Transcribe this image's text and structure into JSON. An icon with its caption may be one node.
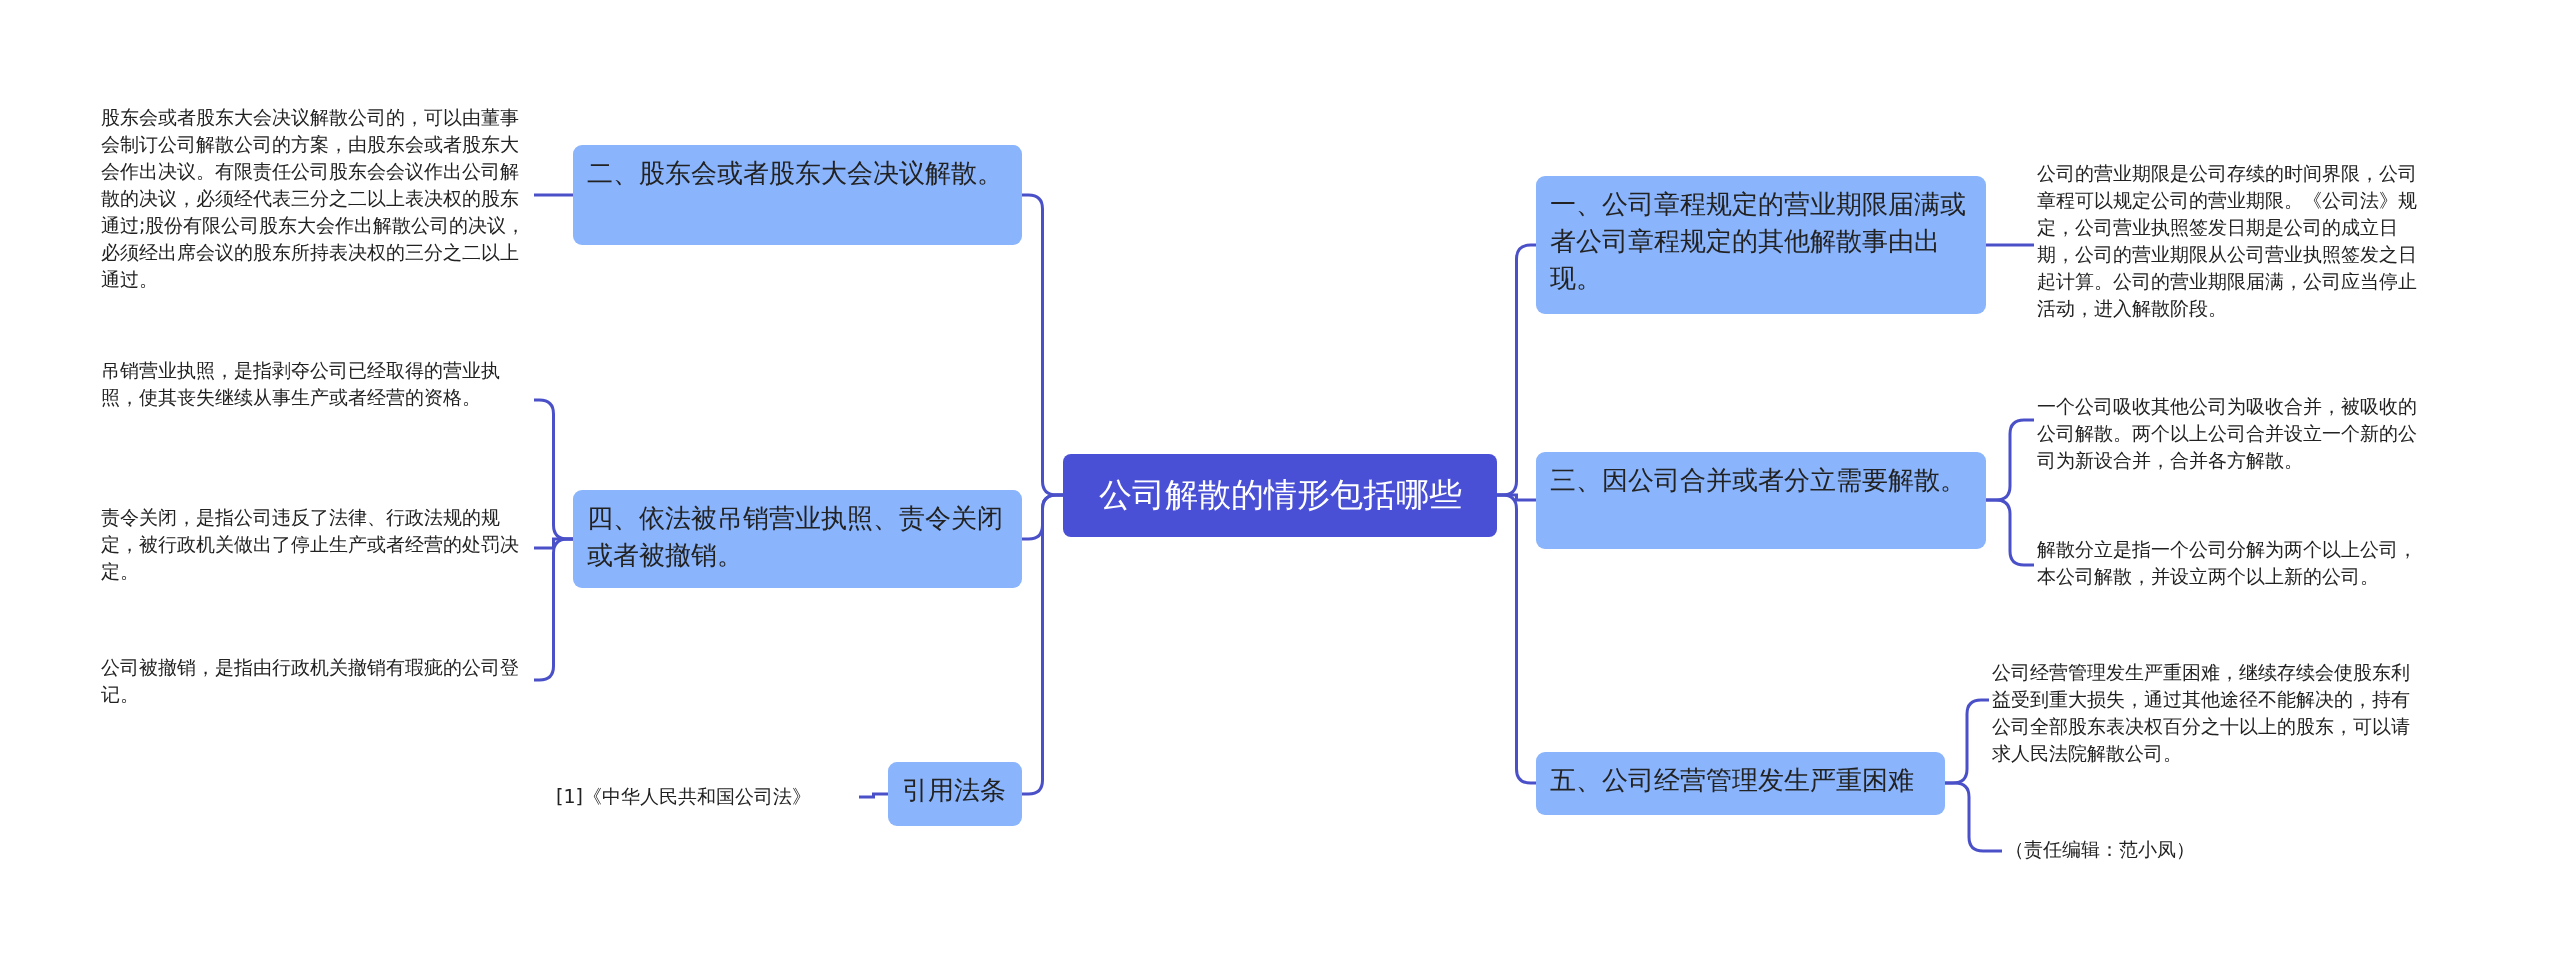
{
  "diagram": {
    "nodes": [
      {
        "text": [
          "公司解散的情形包括哪些"
        ]
      },
      {
        "text": [
          "一、公司章程规定的营业期限届满或者公司章程规定的其他解散事由出现。"
        ]
      },
      {
        "text": [
          "公司的营业期限是公司存续的时间界限，公司章程可以规定公司的营业期限。《公司法》规定，公司营业执照签发日期是公司的成立日期，公司的营业期限从公司营业执照签发之日起计算。公司的营业期限届满，公司应当停止活动，进入解散阶段。"
        ]
      },
      {
        "text": [
          "三、因公司合并或者分立需要解散。"
        ]
      },
      {
        "text": [
          "一个公司吸收其他公司为吸收合并，被吸收的公司解散。两个以上公司合并设立一个新的公司为新设合并，合并各方解散。"
        ]
      },
      {
        "text": [
          "解散分立是指一个公司分解为两个以上公司，本公司解散，并设立两个以上新的公司。"
        ]
      },
      {
        "text": [
          "五、公司经营管理发生严重困难"
        ]
      },
      {
        "text": [
          "公司经营管理发生严重困难，继续存续会使股东利益受到重大损失，通过其他途径不能解决的，持有公司全部股东表决权百分之十以上的股东，可以请求人民法院解散公司。"
        ]
      },
      {
        "text": [
          "（责任编辑：范小凤）"
        ]
      },
      {
        "text": [
          "二、股东会或者股东大会决议解散。"
        ]
      },
      {
        "text": [
          "股东会或者股东大会决议解散公司的，可以由董事会制订公司解散公司的方案，由股东会或者股东大会作出决议。有限责任公司股东会会议作出公司解散的决议，必须经代表三分之二以上表决权的股东通过;股份有限公司股东大会作出解散公司的决议，必须经出席会议的股东所持表决权的三分之二以上通过。"
        ]
      },
      {
        "text": [
          "四、依法被吊销营业执照、责令关闭或者被撤销。"
        ]
      },
      {
        "text": [
          "吊销营业执照，是指剥夺公司已经取得的营业执照，使其丧失继续从事生产或者经营的资格。"
        ]
      },
      {
        "text": [
          "责令关闭，是指公司违反了法律、行政法规的规定，被行政机关做出了停止生产或者经营的处罚决定。"
        ]
      },
      {
        "text": [
          "公司被撤销，是指由行政机关撤销有瑕疵的公司登记。"
        ]
      },
      {
        "text": [
          "引用法条"
        ]
      },
      {
        "text": [
          "[1]《中华人民共和国公司法》"
        ]
      }
    ],
    "edges": [
      {
        "from": 0,
        "to": 1,
        "arrow": "none"
      },
      {
        "from": 0,
        "to": 3,
        "arrow": "none"
      },
      {
        "from": 0,
        "to": 6,
        "arrow": "none"
      },
      {
        "from": 0,
        "to": 9,
        "arrow": "none"
      },
      {
        "from": 0,
        "to": 11,
        "arrow": "none"
      },
      {
        "from": 0,
        "to": 15,
        "arrow": "none"
      },
      {
        "from": 1,
        "to": 2,
        "arrow": "none"
      },
      {
        "from": 3,
        "to": 4,
        "arrow": "none"
      },
      {
        "from": 3,
        "to": 5,
        "arrow": "none"
      },
      {
        "from": 6,
        "to": 7,
        "arrow": "none"
      },
      {
        "from": 6,
        "to": 8,
        "arrow": "none"
      },
      {
        "from": 9,
        "to": 10,
        "arrow": "none"
      },
      {
        "from": 11,
        "to": 12,
        "arrow": "none"
      },
      {
        "from": 11,
        "to": 13,
        "arrow": "none"
      },
      {
        "from": 11,
        "to": 14,
        "arrow": "none"
      },
      {
        "from": 15,
        "to": 16,
        "arrow": "none"
      }
    ]
  }
}
